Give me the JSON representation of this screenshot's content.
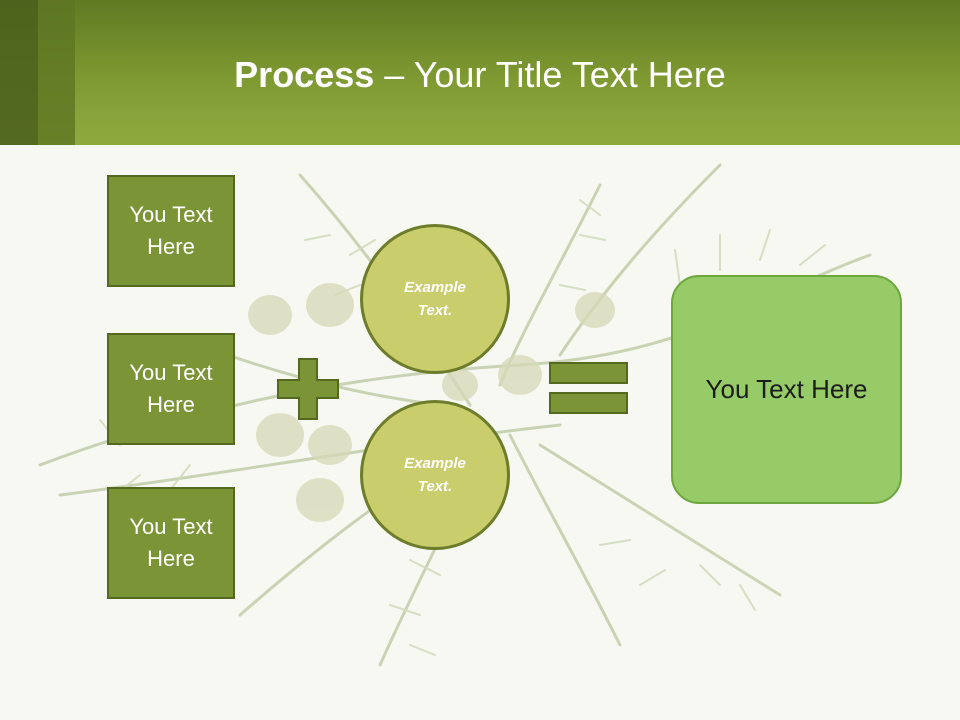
{
  "header": {
    "title_bold": "Process",
    "title_rest": " – Your Title Text Here"
  },
  "left_boxes": [
    {
      "label": "You Text Here"
    },
    {
      "label": "You Text Here"
    },
    {
      "label": "You Text Here"
    }
  ],
  "circles": [
    {
      "label": "Example Text."
    },
    {
      "label": "Example Text."
    }
  ],
  "operators": {
    "plus_icon": "plus-icon",
    "equals_icon": "equals-icon"
  },
  "result": {
    "label": "You Text Here"
  },
  "colors": {
    "header": "#7f9a32",
    "box_fill": "#7b9436",
    "circle_fill": "#c9cd6c",
    "result_fill": "#96cb67"
  }
}
